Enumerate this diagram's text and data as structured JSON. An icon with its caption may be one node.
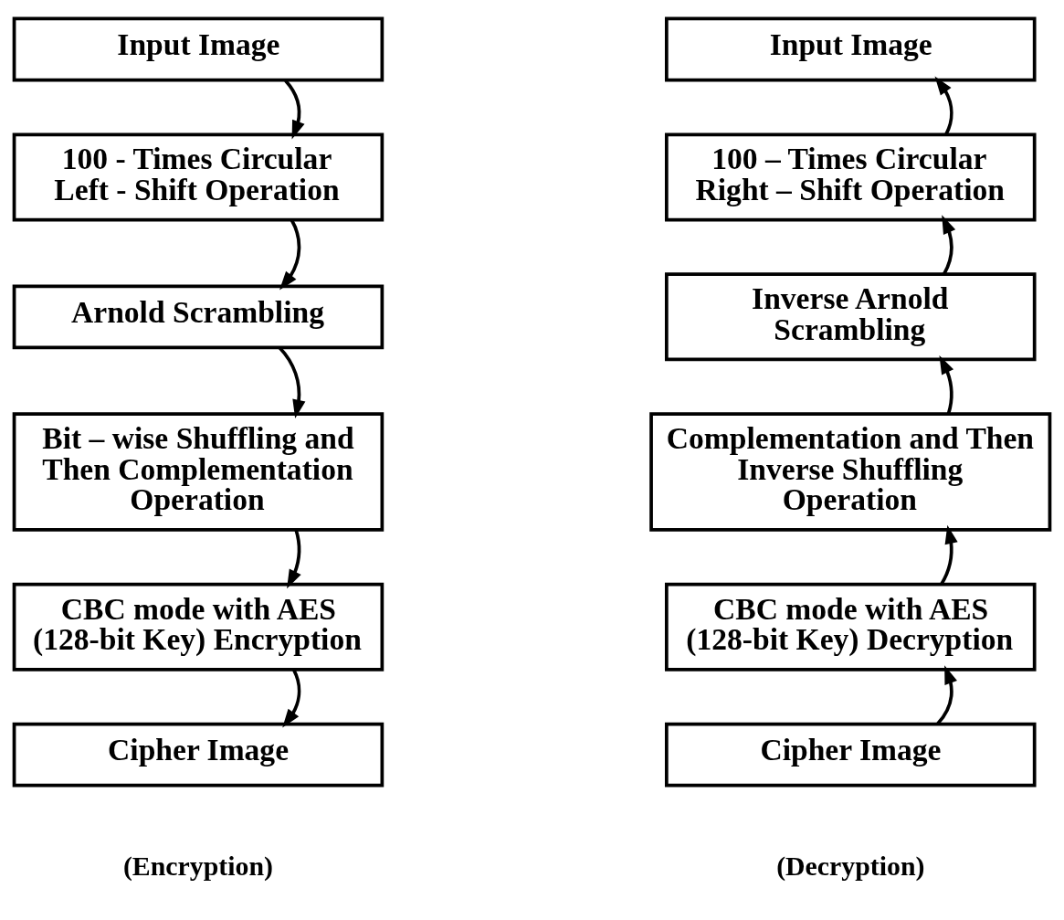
{
  "diagram": {
    "nodes": [
      {
        "text": [
          "Input Image"
        ]
      },
      {
        "text": [
          "100 - Times Circular Left - Shift Operation"
        ]
      },
      {
        "text": [
          "Arnold Scrambling"
        ]
      },
      {
        "text": [
          "Bit – wise Shuffling and Then Complementation Operation"
        ]
      },
      {
        "text": [
          "CBC mode with AES (128-bit Key) Encryption"
        ]
      },
      {
        "text": [
          "Cipher Image"
        ]
      },
      {
        "text": [
          "Input Image"
        ]
      },
      {
        "text": [
          "100 – Times Circular Right – Shift Operation"
        ]
      },
      {
        "text": [
          "Inverse Arnold Scrambling"
        ]
      },
      {
        "text": [
          "Complementation and Then Inverse Shuffling Operation"
        ]
      },
      {
        "text": [
          "CBC mode with AES (128-bit Key) Decryption"
        ]
      },
      {
        "text": [
          "Cipher Image"
        ]
      }
    ],
    "edges": [
      {
        "from": 0,
        "to": 1,
        "arrow": "to"
      },
      {
        "from": 1,
        "to": 2,
        "arrow": "to"
      },
      {
        "from": 2,
        "to": 3,
        "arrow": "to"
      },
      {
        "from": 3,
        "to": 4,
        "arrow": "to"
      },
      {
        "from": 4,
        "to": 5,
        "arrow": "to"
      },
      {
        "from": 11,
        "to": 10,
        "arrow": "to"
      },
      {
        "from": 10,
        "to": 9,
        "arrow": "to"
      },
      {
        "from": 9,
        "to": 8,
        "arrow": "to"
      },
      {
        "from": 8,
        "to": 7,
        "arrow": "to"
      },
      {
        "from": 7,
        "to": 6,
        "arrow": "to"
      }
    ],
    "labels": [
      "(Encryption)",
      "(Decryption)"
    ]
  }
}
